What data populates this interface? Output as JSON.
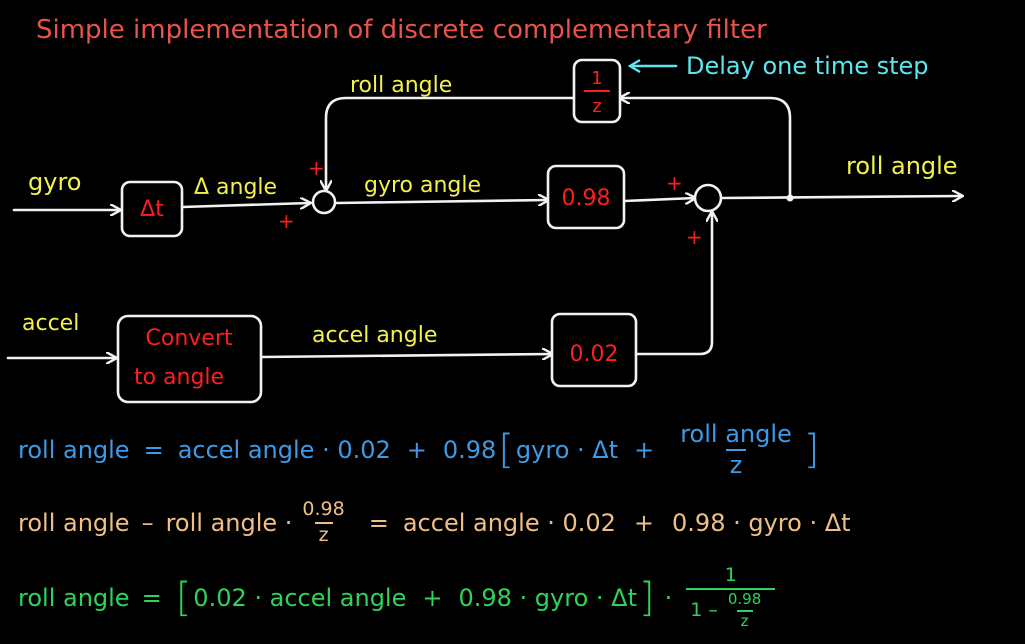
{
  "title": "Simple implementation of discrete complementary filter",
  "colors": {
    "title": "#e8534a",
    "block_text": "#ff1e1e",
    "signal_label": "#f4f24a",
    "note": "#5ee6f0",
    "eq1": "#3e9ae6",
    "eq2": "#f0bf86",
    "eq3": "#2fd35a",
    "wire": "#f2f2f2"
  },
  "note": "Delay one time step",
  "blocks": {
    "delay_num": "1",
    "delay_den": "z",
    "dt": "Δt",
    "gain_gyro": "0.98",
    "convert_line1": "Convert",
    "convert_line2": "to angle",
    "gain_accel": "0.02"
  },
  "signals": {
    "gyro": "gyro",
    "delta_angle": "Δ angle",
    "gyro_angle": "gyro angle",
    "roll_feedback": "roll angle",
    "roll_out": "roll angle",
    "accel": "accel",
    "accel_angle": "accel angle"
  },
  "sum_signs": {
    "sum1_top": "+",
    "sum1_bottom": "+",
    "sum2_left": "+",
    "sum2_bottom": "+"
  },
  "equations": {
    "eq1": {
      "lhs": "roll angle",
      "eq": "=",
      "part1": "accel angle · 0.02",
      "plus1": "+",
      "coef": "0.98",
      "open": "[",
      "inner": "gyro · Δt",
      "plus2": "+",
      "frac_num": "roll angle",
      "frac_den": "z",
      "close": "]"
    },
    "eq2": {
      "lhs": "roll angle",
      "minus": "–",
      "term": "roll angle ·",
      "frac_num": "0.98",
      "frac_den": "z",
      "eq": "=",
      "rhs1": "accel angle · 0.02",
      "plus": "+",
      "rhs2": "0.98 · gyro · Δt"
    },
    "eq3": {
      "lhs": "roll angle",
      "eq": "=",
      "open": "[",
      "inner1": "0.02 · accel angle",
      "plus": "+",
      "inner2": "0.98 · gyro · Δt",
      "close": "]",
      "dot": "·",
      "frac_num": "1",
      "den_prefix": "1 –",
      "den_frac_num": "0.98",
      "den_frac_den": "z"
    }
  }
}
